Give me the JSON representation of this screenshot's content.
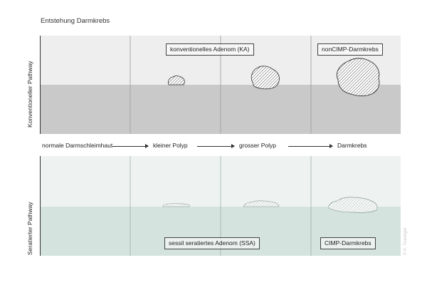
{
  "title": "Entstehung Darmkrebs",
  "pathways": {
    "conventional": {
      "label": "Konventioneller Pathway",
      "box_early": "konventionelles Adenom (KA)",
      "box_late": "nonCIMP-Darmkrebs"
    },
    "serrated": {
      "label": "Seratierter Pathway",
      "box_early": "sessil seratiertes Adenom (SSA)",
      "box_late": "CIMP-Darmkrebs"
    }
  },
  "stages": [
    "normale Darmschleimhaut",
    "kleiner Polyp",
    "grosser Polyp",
    "Darmkrebs"
  ],
  "credit": "© K. Truninger",
  "colors": {
    "conv_upper": "#eeeeee",
    "conv_lower": "#c9c9c9",
    "serr_upper": "#eef3f1",
    "serr_lower": "#d4e3de"
  }
}
